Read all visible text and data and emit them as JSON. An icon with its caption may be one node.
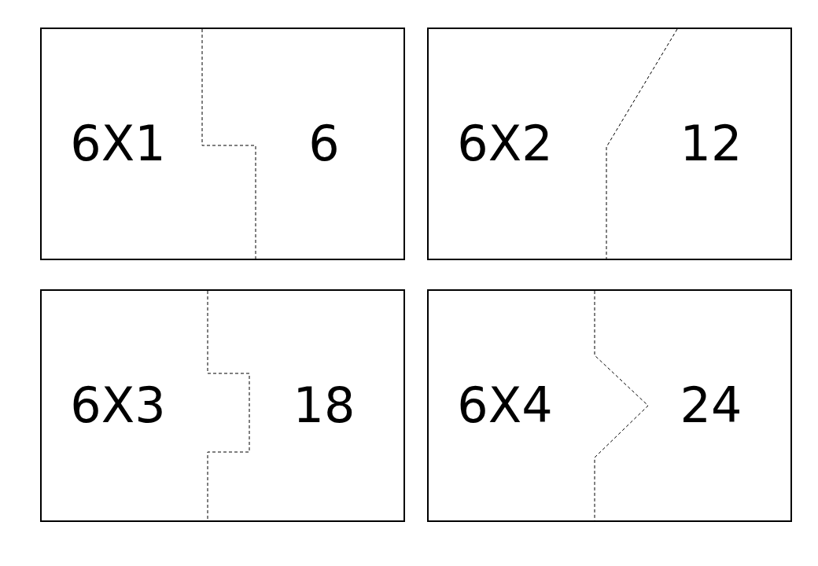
{
  "diagram": {
    "nodes": [
      {
        "text": [
          "6X1",
          "6"
        ]
      },
      {
        "text": [
          "6X2",
          "12"
        ]
      },
      {
        "text": [
          "6X3",
          "18"
        ]
      },
      {
        "text": [
          "6X4",
          "24"
        ]
      }
    ]
  }
}
